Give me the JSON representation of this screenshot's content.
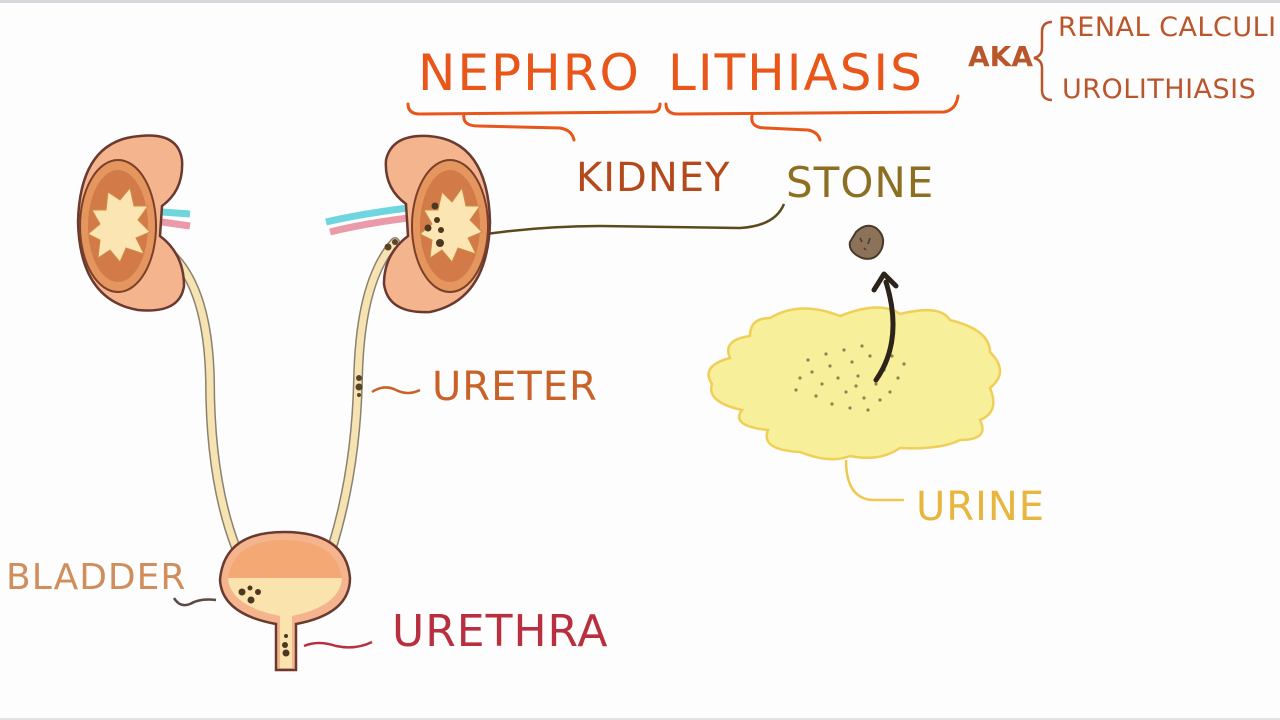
{
  "title": {
    "prefix": "NEPHRO",
    "suffix": "LITHIASIS",
    "aka_label": "AKA",
    "synonyms": [
      "RENAL CALCULI",
      "UROLITHIASIS"
    ]
  },
  "etymology": {
    "prefix_meaning": "KIDNEY",
    "suffix_meaning": "STONE"
  },
  "anatomy_labels": {
    "ureter": "URETER",
    "bladder": "BLADDER",
    "urethra": "URETHRA",
    "urine": "URINE"
  },
  "colors": {
    "title": "#e8561a",
    "synonyms": "#b9562b",
    "kidney_word": "#b44a1c",
    "stone_word": "#8d6f22",
    "ureter_label": "#c96229",
    "urine_label": "#e8b63e",
    "bladder_label": "#cf8e5c",
    "urethra_label": "#b8303f",
    "kidney_fill": "#f4b48e",
    "urine_fill": "#f8ef9a",
    "stone_fill": "#8b7259"
  }
}
